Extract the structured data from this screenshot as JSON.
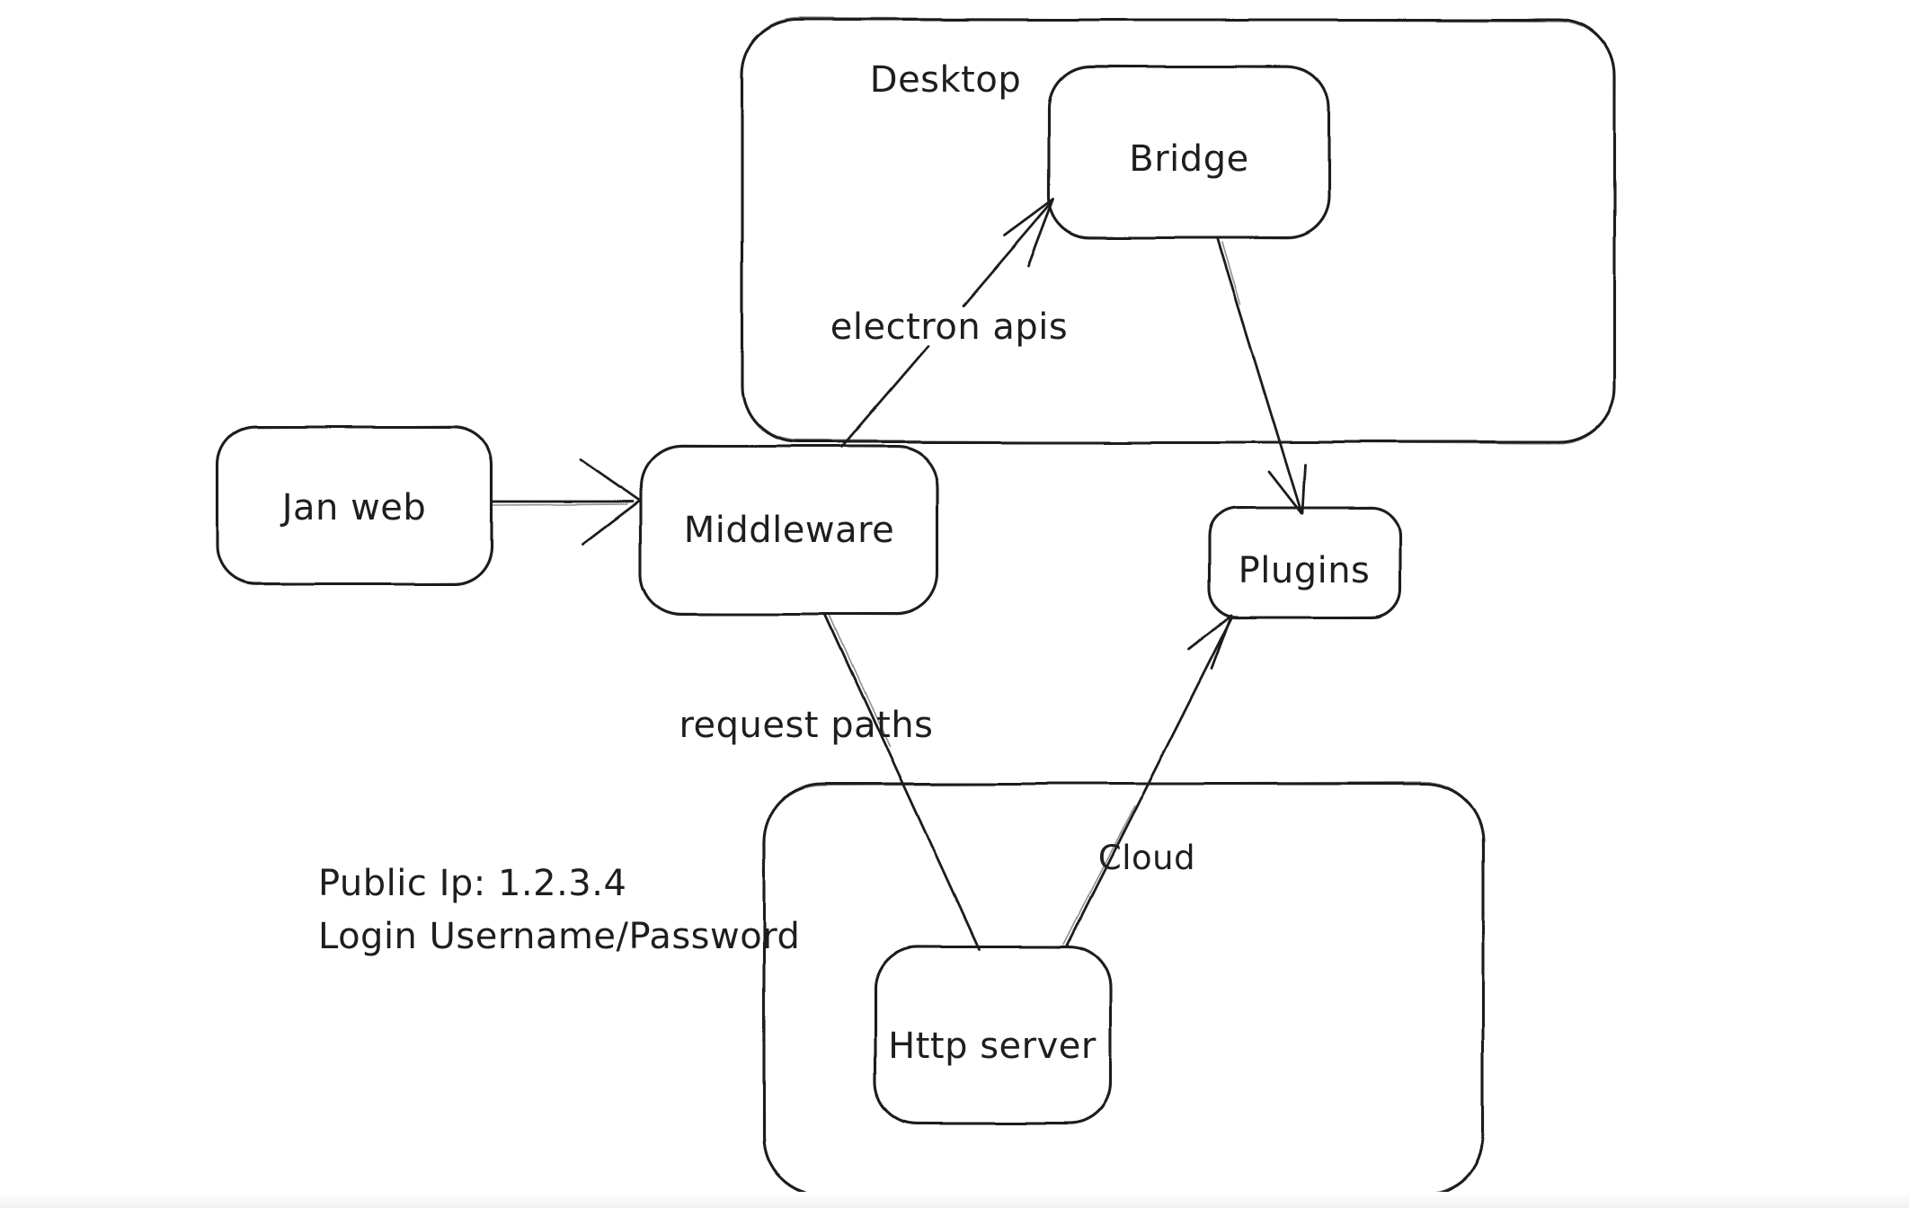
{
  "canvas": {
    "background": "#ffffff",
    "stroke_color": "#1e1e1e"
  },
  "containers": {
    "desktop": {
      "label": "Desktop"
    },
    "cloud": {
      "label": "Cloud"
    }
  },
  "nodes": {
    "jan_web": {
      "label": "Jan web"
    },
    "middleware": {
      "label": "Middleware"
    },
    "bridge": {
      "label": "Bridge"
    },
    "plugins": {
      "label": "Plugins"
    },
    "http_server": {
      "label": "Http server"
    }
  },
  "edges": {
    "jan_web_to_middleware": {
      "from": "Jan web",
      "to": "Middleware",
      "label": ""
    },
    "middleware_to_bridge": {
      "from": "Middleware",
      "to": "Bridge",
      "label": "electron apis"
    },
    "bridge_to_plugins": {
      "from": "Bridge",
      "to": "Plugins",
      "label": ""
    },
    "middleware_to_http_server": {
      "from": "Middleware",
      "to": "Http server",
      "label": "request paths"
    },
    "http_server_to_plugins": {
      "from": "Http server",
      "to": "Plugins",
      "label": ""
    }
  },
  "annotations": {
    "line1": "Public Ip: 1.2.3.4",
    "line2": "Login Username/Password"
  }
}
